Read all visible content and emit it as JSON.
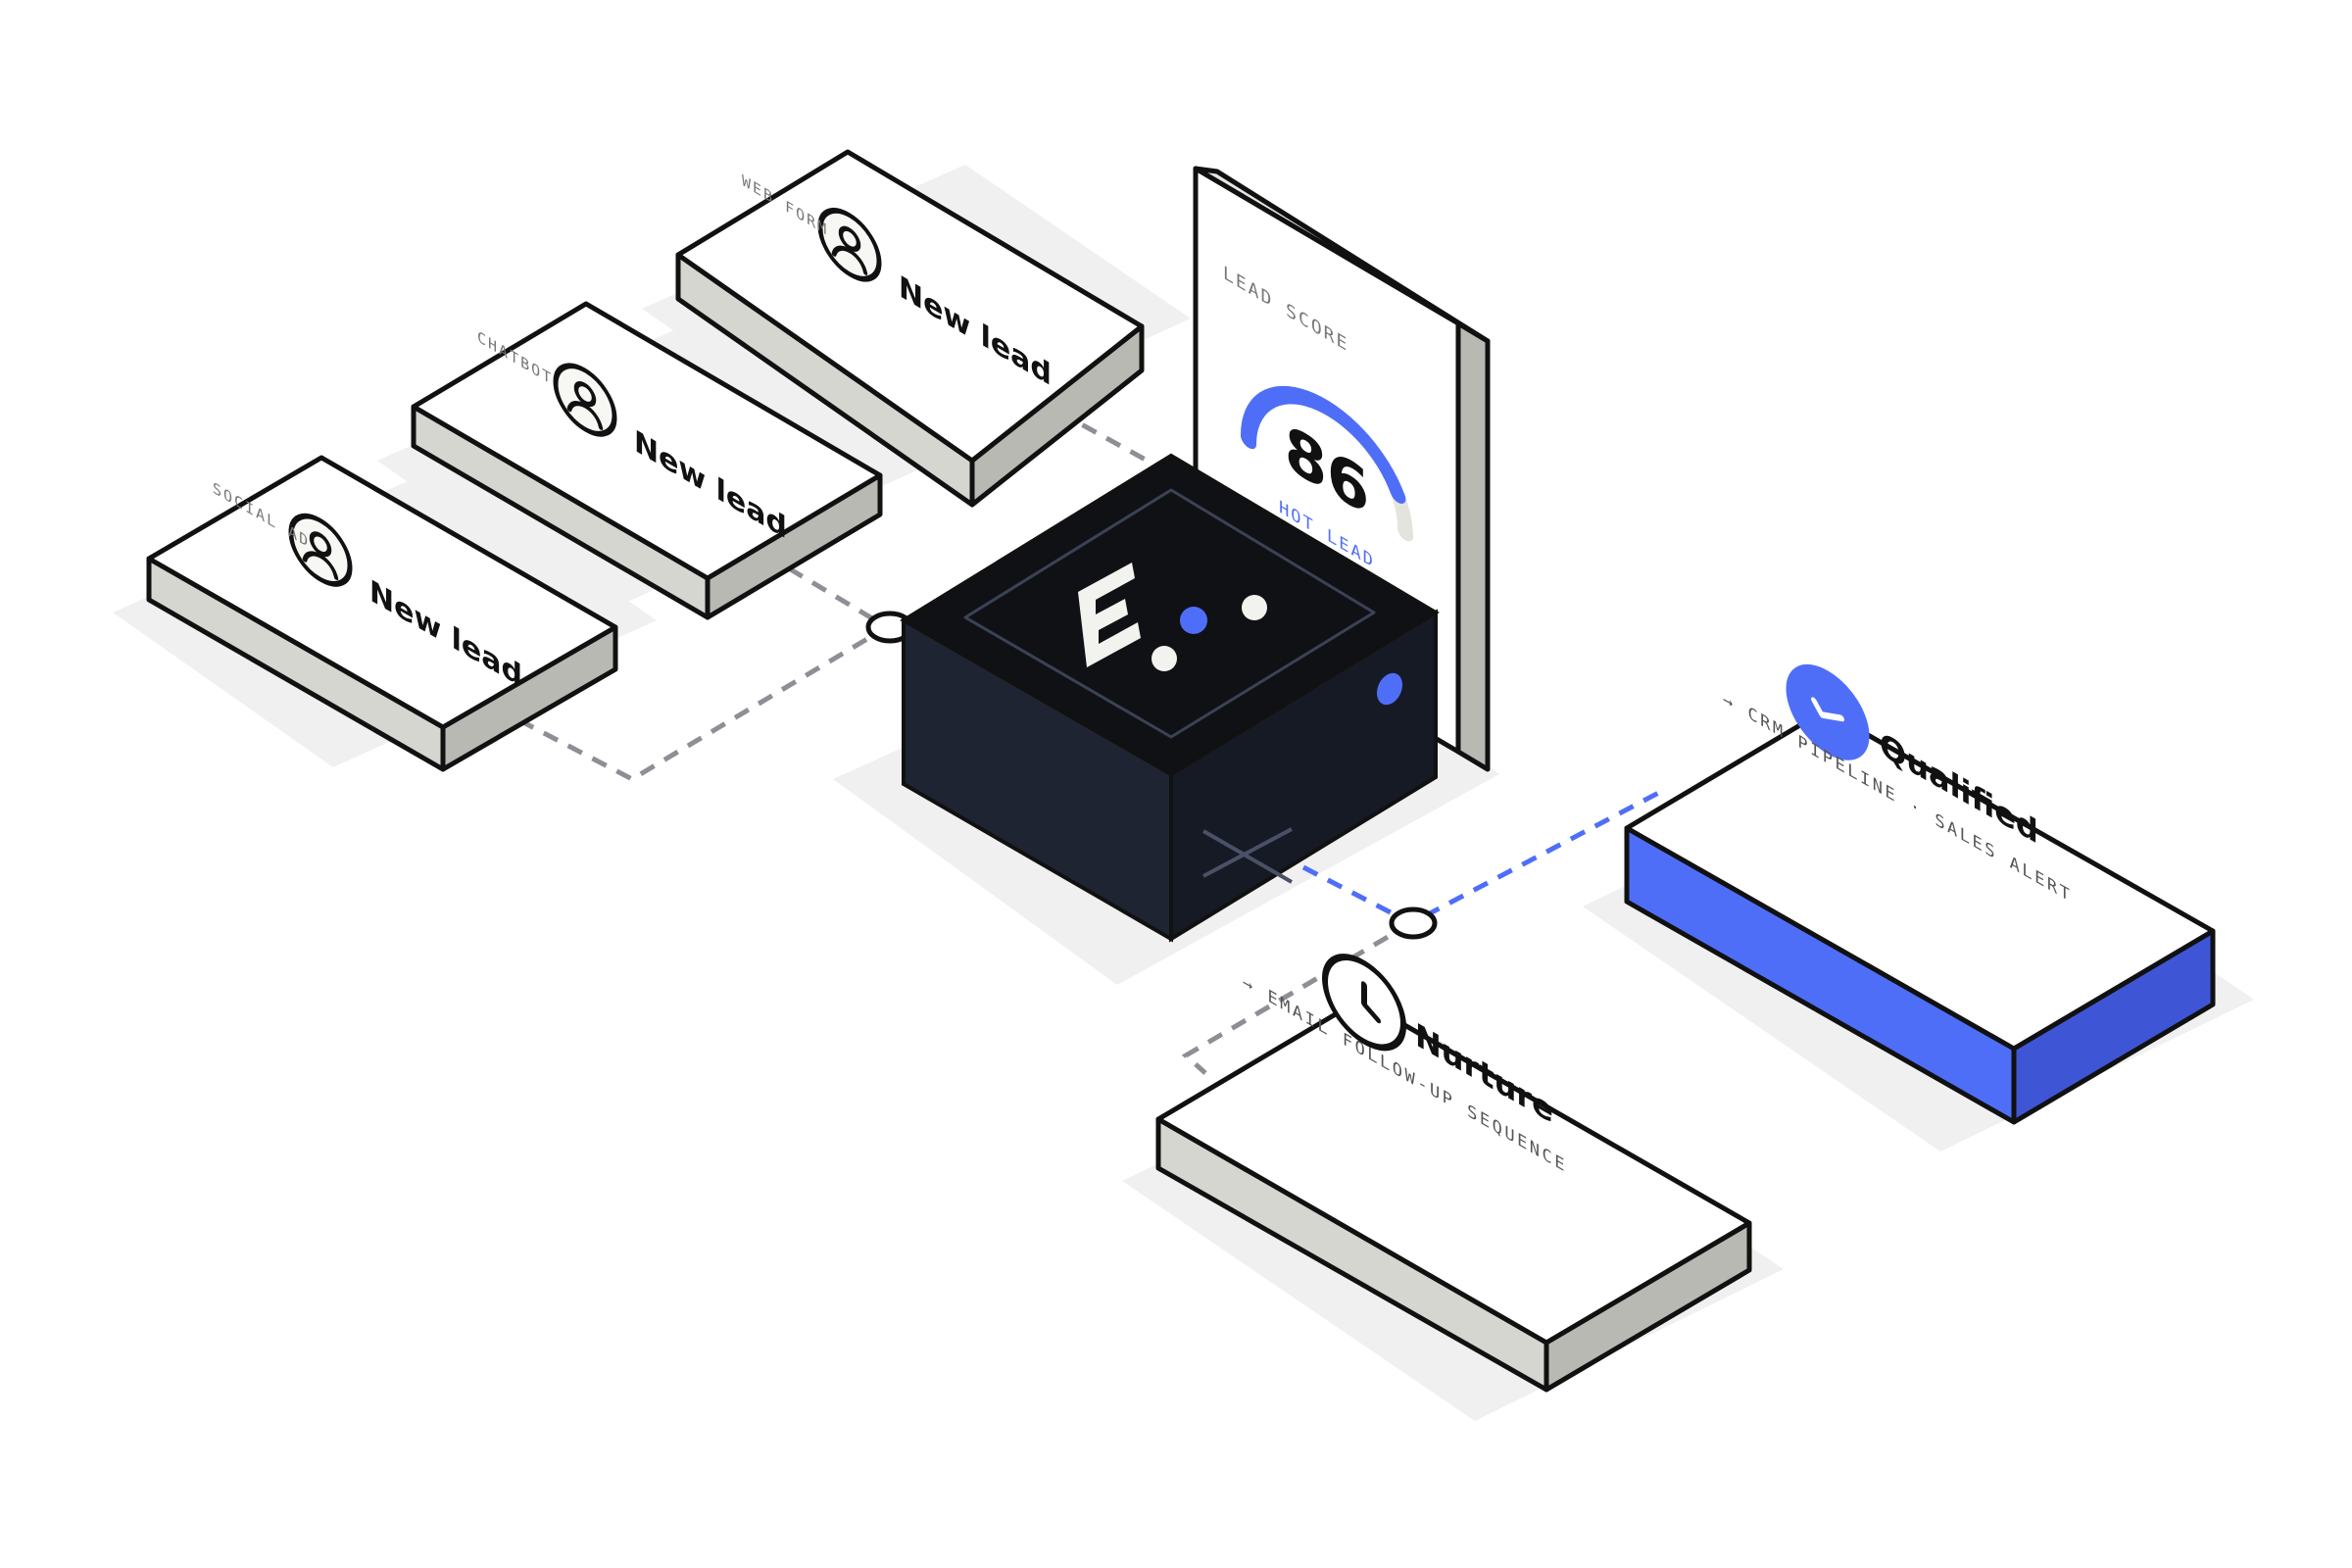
{
  "colors": {
    "accent": "#4F6EF7",
    "accent_dark": "#3E56D6",
    "dark_box": "#0F1115",
    "dark_box_side": "#1F2433",
    "card_face": "#FFFFFF",
    "card_side": "#D6D6D0",
    "card_side_dark": "#B9B9B3",
    "connector": "#8E8E96",
    "outline": "#111111"
  },
  "lead_cards": [
    {
      "title": "New lead",
      "source": "WEB FORM",
      "icon": "user-icon"
    },
    {
      "title": "New lead",
      "source": "CHATBOT",
      "icon": "user-icon"
    },
    {
      "title": "New lead",
      "source": "SOCIAL AD",
      "icon": "user-icon"
    }
  ],
  "score_panel": {
    "label": "LEAD SCORE",
    "score": "86",
    "status": "HOT LEAD",
    "gauge_fraction": 0.86
  },
  "hub": {
    "logo": "E-dots-logo",
    "status_light": "led-icon"
  },
  "outcomes": {
    "qualified": {
      "title": "Qualified",
      "subtitle": "→ CRM PIPELINE · SALES ALERT",
      "icon": "check-icon"
    },
    "nurture": {
      "title": "Nurture",
      "subtitle": "→ EMAIL FOLLOW-UP SEQUENCE",
      "icon": "clock-icon"
    }
  }
}
